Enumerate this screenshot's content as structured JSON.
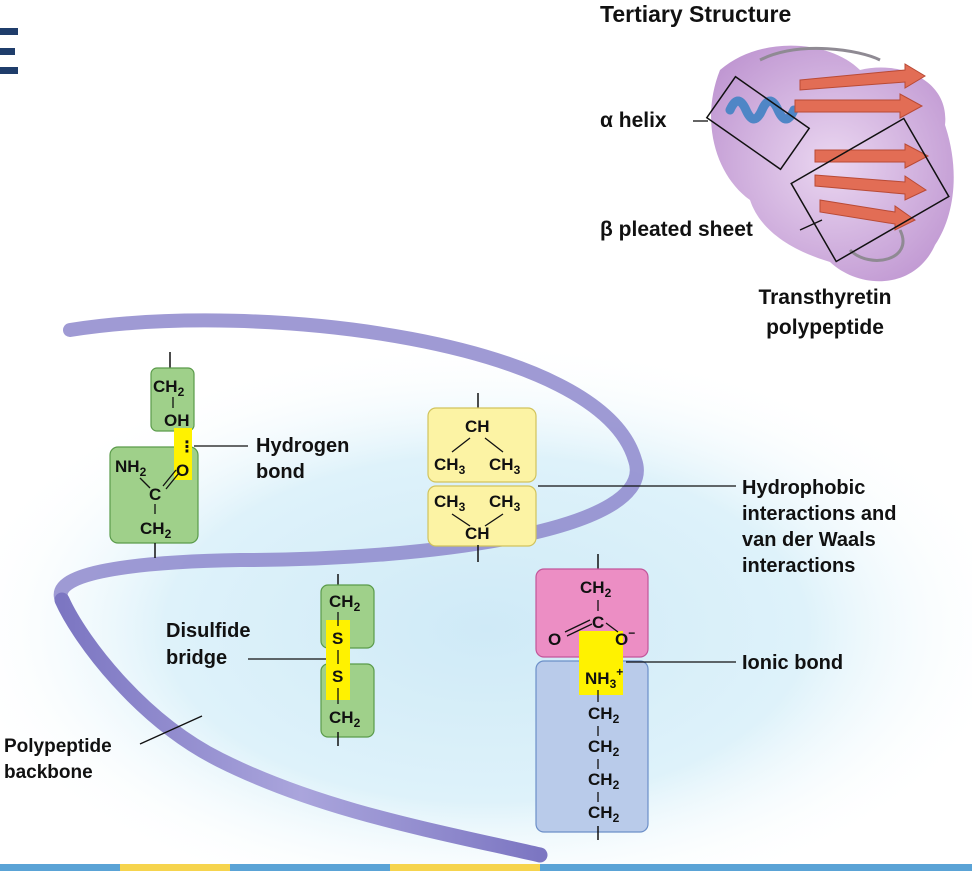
{
  "title": "Tertiary Structure",
  "inset": {
    "alpha_helix": "α helix",
    "beta_sheet": "β pleated sheet",
    "protein_name_line1": "Transthyretin",
    "protein_name_line2": "polypeptide"
  },
  "labels": {
    "hydrogen_bond_line1": "Hydrogen",
    "hydrogen_bond_line2": "bond",
    "hydrophobic_line1": "Hydrophobic",
    "hydrophobic_line2": "interactions and",
    "hydrophobic_line3": "van der Waals",
    "hydrophobic_line4": "interactions",
    "disulfide_line1": "Disulfide",
    "disulfide_line2": "bridge",
    "ionic_bond": "Ionic bond",
    "backbone_line1": "Polypeptide",
    "backbone_line2": "backbone"
  },
  "chem": {
    "ch2": "CH",
    "sub2": "2",
    "sub3": "3",
    "oh": "OH",
    "o": "O",
    "nh": "NH",
    "c": "C",
    "ch": "CH",
    "ch3": "CH",
    "s": "S",
    "o_minus": "O",
    "minus": "−",
    "plus": "+",
    "dots": "⋮"
  },
  "colors": {
    "green_box": "#9fd08a",
    "yellow_box": "#fcf3a4",
    "pink_box": "#ec8ec4",
    "blue_box": "#b9cbea",
    "highlight": "#fff200",
    "ribbon": "#8d86c9"
  }
}
